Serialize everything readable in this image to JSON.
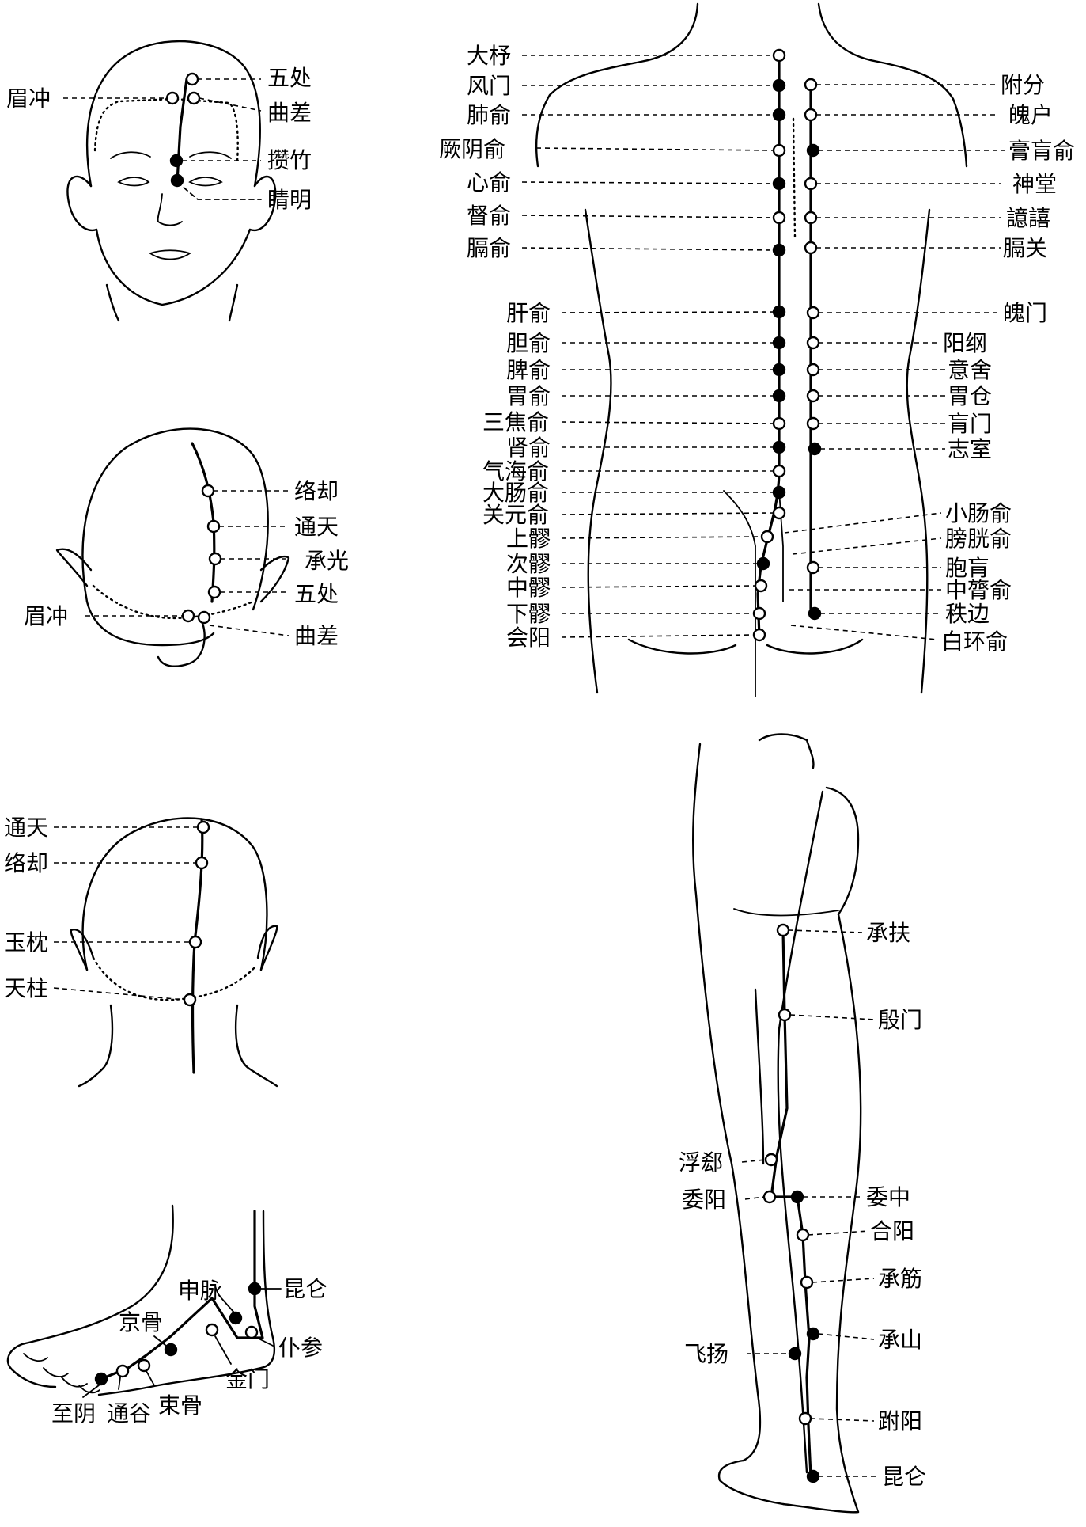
{
  "front_head": {
    "left": [
      "眉冲"
    ],
    "right": [
      "五处",
      "曲差",
      "攒竹",
      "睛明"
    ]
  },
  "top_head": {
    "left": [
      "眉冲"
    ],
    "right": [
      "络却",
      "通天",
      "承光",
      "五处",
      "曲差"
    ]
  },
  "back_head": {
    "left": [
      "通天",
      "络却",
      "玉枕",
      "天柱"
    ]
  },
  "foot": {
    "labels": [
      "申脉",
      "昆仑",
      "京骨",
      "仆参",
      "金门",
      "至阴",
      "通谷",
      "束骨"
    ]
  },
  "back": {
    "left": [
      "大杼",
      "风门",
      "肺俞",
      "厥阴俞",
      "心俞",
      "督俞",
      "膈俞",
      "肝俞",
      "胆俞",
      "脾俞",
      "胃俞",
      "三焦俞",
      "肾俞",
      "气海俞",
      "大肠俞",
      "关元俞",
      "上髎",
      "次髎",
      "中髎",
      "下髎",
      "会阳"
    ],
    "right": [
      "附分",
      "魄户",
      "膏肓俞",
      "神堂",
      "譩譆",
      "膈关",
      "魄门",
      "阳纲",
      "意舍",
      "胃仓",
      "肓门",
      "志室",
      "小肠俞",
      "膀胱俞",
      "胞肓",
      "中膂俞",
      "秩边",
      "白环俞"
    ]
  },
  "leg": {
    "left": [
      "浮郄",
      "委阳",
      "飞扬"
    ],
    "right": [
      "承扶",
      "殷门",
      "委中",
      "合阳",
      "承筋",
      "承山",
      "跗阳",
      "昆仑"
    ]
  }
}
